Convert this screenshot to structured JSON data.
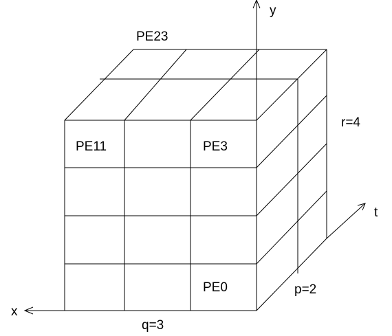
{
  "diagram": {
    "axes": {
      "x": "x",
      "y": "y",
      "t": "t"
    },
    "dimensions": {
      "q": "q=3",
      "p": "p=2",
      "r": "r=4"
    },
    "cells": {
      "pe23": "PE23",
      "pe11": "PE11",
      "pe3": "PE3",
      "pe0": "PE0"
    },
    "colors": {
      "line": "#000000",
      "background": "#ffffff"
    }
  }
}
